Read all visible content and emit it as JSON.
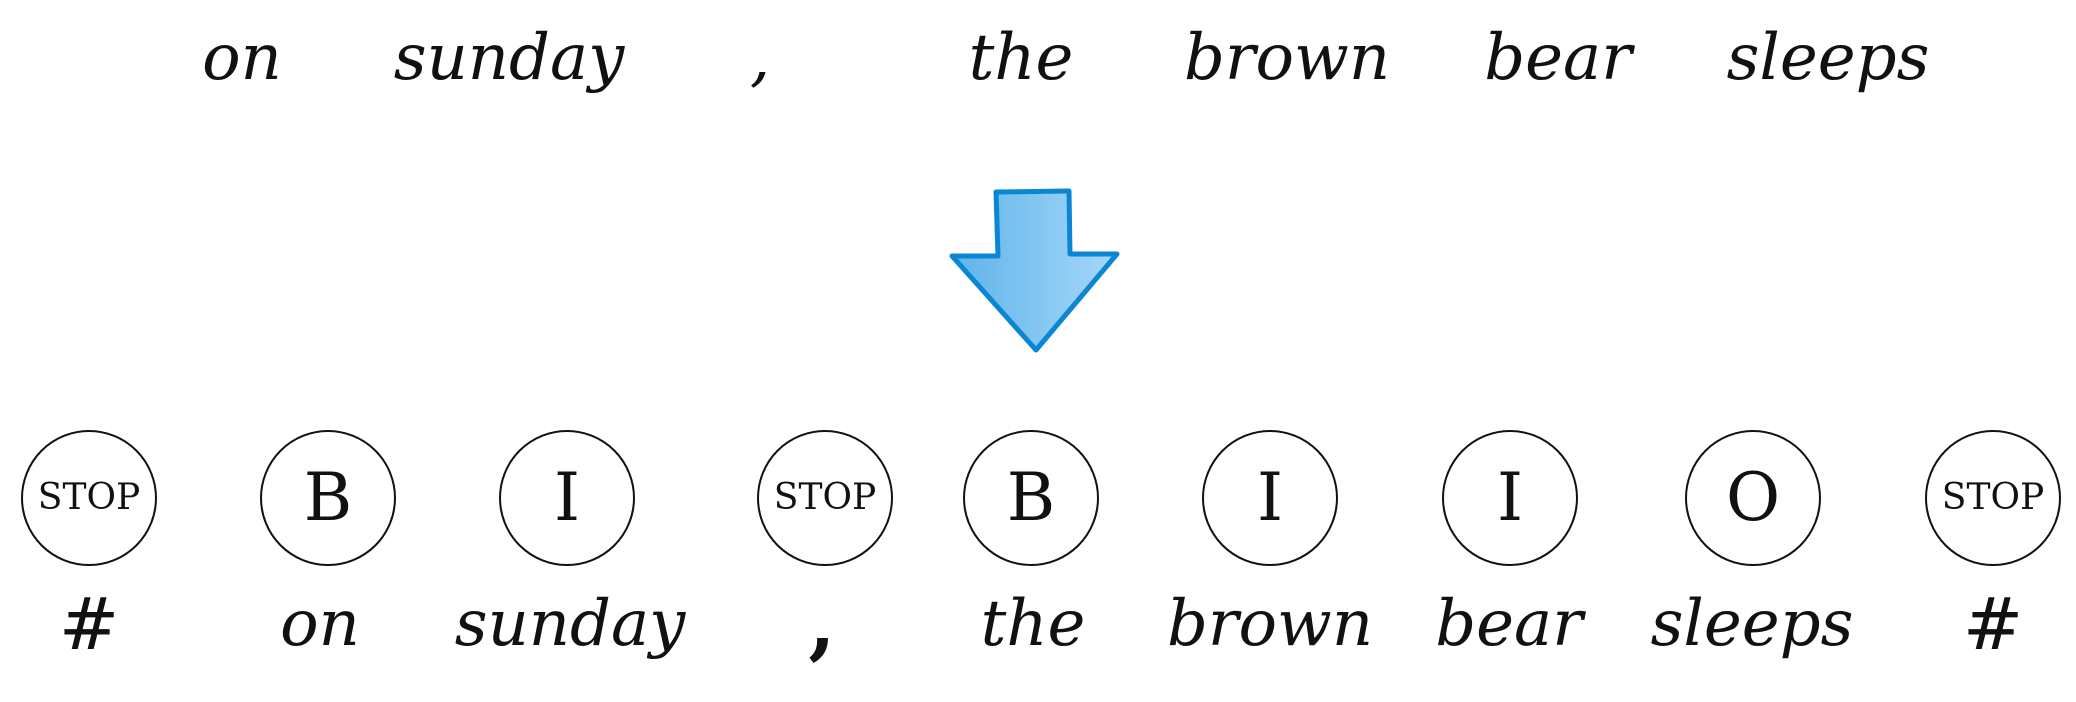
{
  "input_sentence": [
    "on",
    "sunday",
    ",",
    "the",
    "brown",
    "bear",
    "sleeps"
  ],
  "arrow": {
    "icon": "down-arrow-icon",
    "fill_light": "#a6d8f8",
    "fill_dark": "#5fb3ea",
    "stroke": "#0a86d4"
  },
  "tagged_sequence": [
    {
      "tag": "STOP",
      "token": "#"
    },
    {
      "tag": "B",
      "token": "on"
    },
    {
      "tag": "I",
      "token": "sunday"
    },
    {
      "tag": "STOP",
      "token": ","
    },
    {
      "tag": "B",
      "token": "the"
    },
    {
      "tag": "I",
      "token": "brown"
    },
    {
      "tag": "I",
      "token": "bear"
    },
    {
      "tag": "O",
      "token": "sleeps"
    },
    {
      "tag": "STOP",
      "token": "#"
    }
  ]
}
